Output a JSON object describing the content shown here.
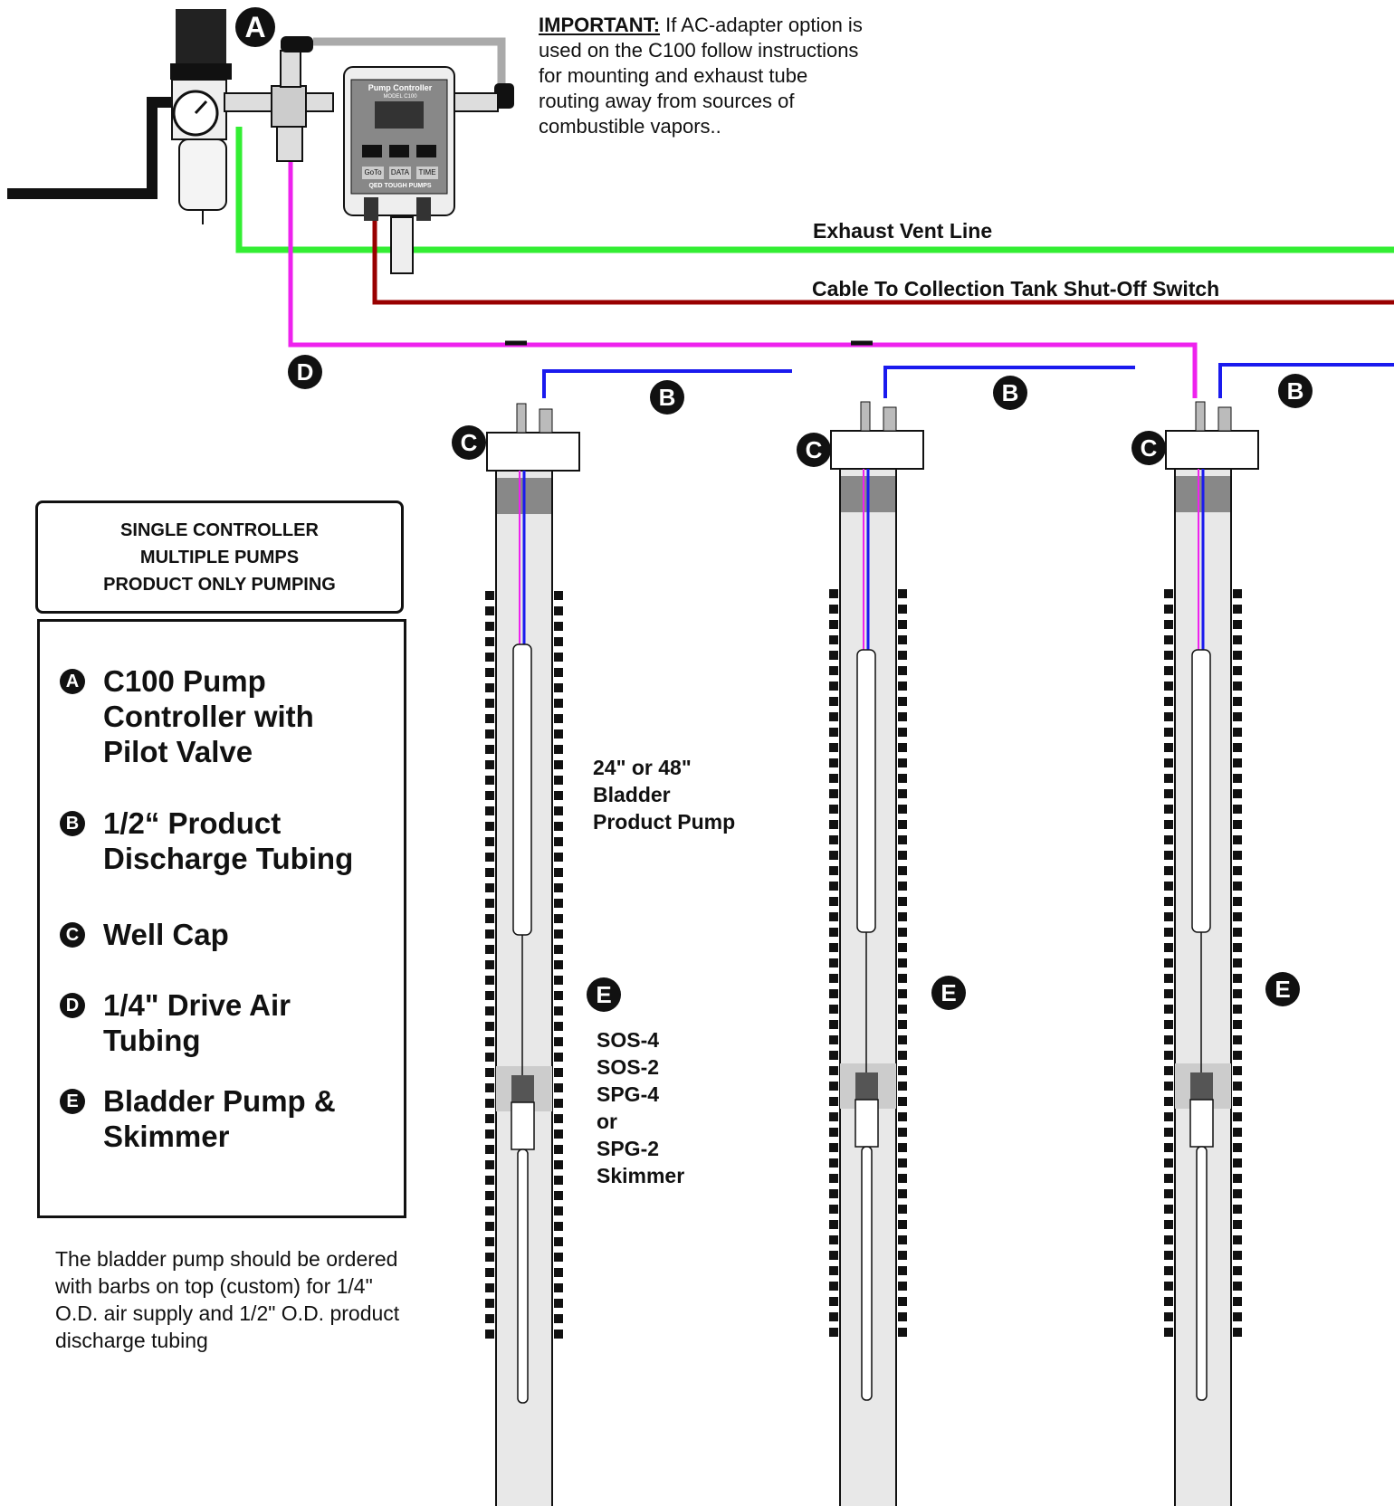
{
  "important_note": {
    "heading": "IMPORTANT:",
    "body": " If AC-adapter option is used on the C100 follow instructions for mounting and exhaust tube routing away from sources of combustible vapors.."
  },
  "controller": {
    "title": "Pump Controller",
    "model": "MODEL C100",
    "brand": "QED TOUGH PUMPS",
    "buttons": [
      "GoTo",
      "DATA",
      "TIME"
    ]
  },
  "lines": {
    "exhaust": "Exhaust Vent Line",
    "cable": "Cable To Collection Tank Shut-Off Switch"
  },
  "title_box": [
    "SINGLE CONTROLLER",
    "MULTIPLE PUMPS",
    "PRODUCT ONLY PUMPING"
  ],
  "legend": [
    {
      "letter": "A",
      "text": "C100 Pump\nController with\nPilot Valve"
    },
    {
      "letter": "B",
      "text": "1/2“ Product\nDischarge Tubing"
    },
    {
      "letter": "C",
      "text": "Well Cap"
    },
    {
      "letter": "D",
      "text": "1/4\" Drive Air\nTubing"
    },
    {
      "letter": "E",
      "text": "Bladder Pump &\nSkimmer"
    }
  ],
  "footnote": "The bladder pump should be ordered with barbs on top (custom) for 1/4\" O.D. air supply and 1/2\" O.D. product discharge tubing",
  "pump_label": "24\" or 48\"\nBladder\nProduct Pump",
  "skimmer_label": [
    "SOS-4",
    "SOS-2",
    "SPG-4",
    "or",
    "SPG-2",
    "Skimmer"
  ],
  "callout_letters": {
    "a": "A",
    "b": "B",
    "c": "C",
    "d": "D",
    "e": "E"
  },
  "colors": {
    "exhaust_line": "#33ee33",
    "cable_line": "#990000",
    "drive_air": "#ee22ee",
    "discharge": "#1a1aee",
    "well_fill": "#e8e8e8",
    "callout": "#111111"
  }
}
